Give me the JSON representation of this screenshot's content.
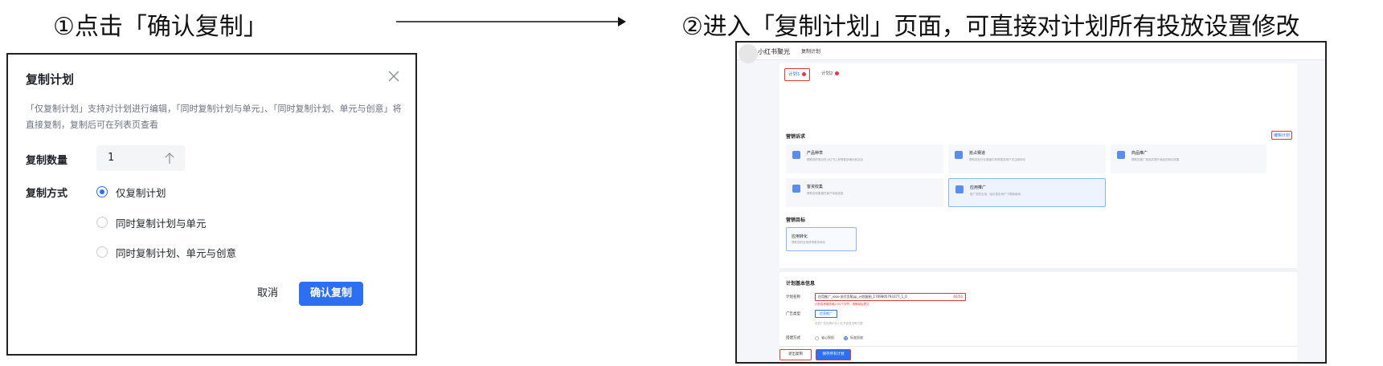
{
  "steps": {
    "step1": "①点击「确认复制」",
    "step2": "②进入「复制计划」页面，可直接对计划所有投放设置修改"
  },
  "dialog": {
    "title": "复制计划",
    "description": "「仅复制计划」支持对计划进行编辑，「同时复制计划与单元」、「同时复制计划、单元与创意」将直接复制，复制后可在列表页查看",
    "quantity_label": "复制数量",
    "quantity_value": "1",
    "method_label": "复制方式",
    "options": [
      "仅复制计划",
      "同时复制计划与单元",
      "同时复制计划、单元与创意"
    ],
    "selected_option": "仅复制计划",
    "cancel_label": "取消",
    "confirm_label": "确认复制"
  },
  "screenshot": {
    "brand": "小红书聚光",
    "breadcrumb": "复制计划",
    "tabs": [
      "计划1",
      "计划2"
    ],
    "section_marketing": "营销诉求",
    "edit_link": "编辑计划",
    "cards": [
      {
        "title": "产品种草",
        "desc": "帮助您的笔记在小红书上获得更多曝光和互动"
      },
      {
        "title": "抢占赛道",
        "desc": "帮助您在行业赛道中获得更多用户关注和转化"
      },
      {
        "title": "商品推广",
        "desc": "帮助您推广商品并提升商品的转化效果"
      },
      {
        "title": "客资收集",
        "desc": "帮助您收集潜在客户线索信息"
      },
      {
        "title": "应用推广",
        "desc": "推广您的应用，吸引更多用户下载和使用"
      }
    ],
    "section_goal": "营销目标",
    "goal": {
      "title": "应用转化",
      "desc": "帮助您的应用获得更多转化"
    },
    "section_basic": "计划基本信息",
    "name_label": "计划名称",
    "name_value": "应用推广_iosx-关付页帮pp_计划复制_1709805793377_1_0",
    "name_count": "60/50",
    "name_error": "计划名称最多输入50个字符，请删减后提交",
    "type_label": "广告类型",
    "type_button": "信息推广",
    "type_tip": "信息广告将展示在小红书信息流等位置",
    "mode_label": "搭建方式",
    "mode_options": [
      "省心智投",
      "标准投放"
    ],
    "mode_selected": "标准投放",
    "back_button": "退出复制",
    "save_button": "保存所有计划"
  }
}
